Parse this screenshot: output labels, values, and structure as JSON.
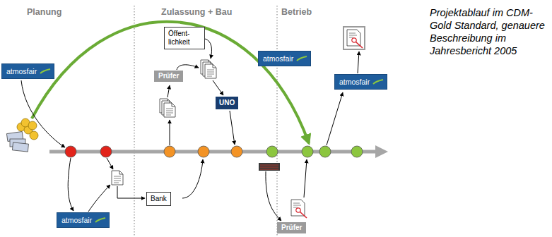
{
  "diagram": {
    "caption": "Projektablauf im CDM-Gold Standard, genauere Beschreibung im Jahresbericht 2005",
    "nodes": [
      {
        "text": [
          "atmosfair"
        ]
      },
      {
        "text": [
          "Öffent- lichkeit"
        ]
      },
      {
        "text": [
          "Prüfer"
        ]
      },
      {
        "text": [
          "UNO"
        ]
      },
      {
        "text": [
          "atmosfair"
        ]
      },
      {
        "text": [
          "atmosfair"
        ]
      },
      {
        "text": [
          "Bank"
        ]
      },
      {
        "text": [
          "atmosfair"
        ]
      },
      {
        "text": [
          "Prüfer"
        ]
      }
    ],
    "labels": [
      "Planung",
      "Zulassung + Bau",
      "Betrieb"
    ]
  }
}
